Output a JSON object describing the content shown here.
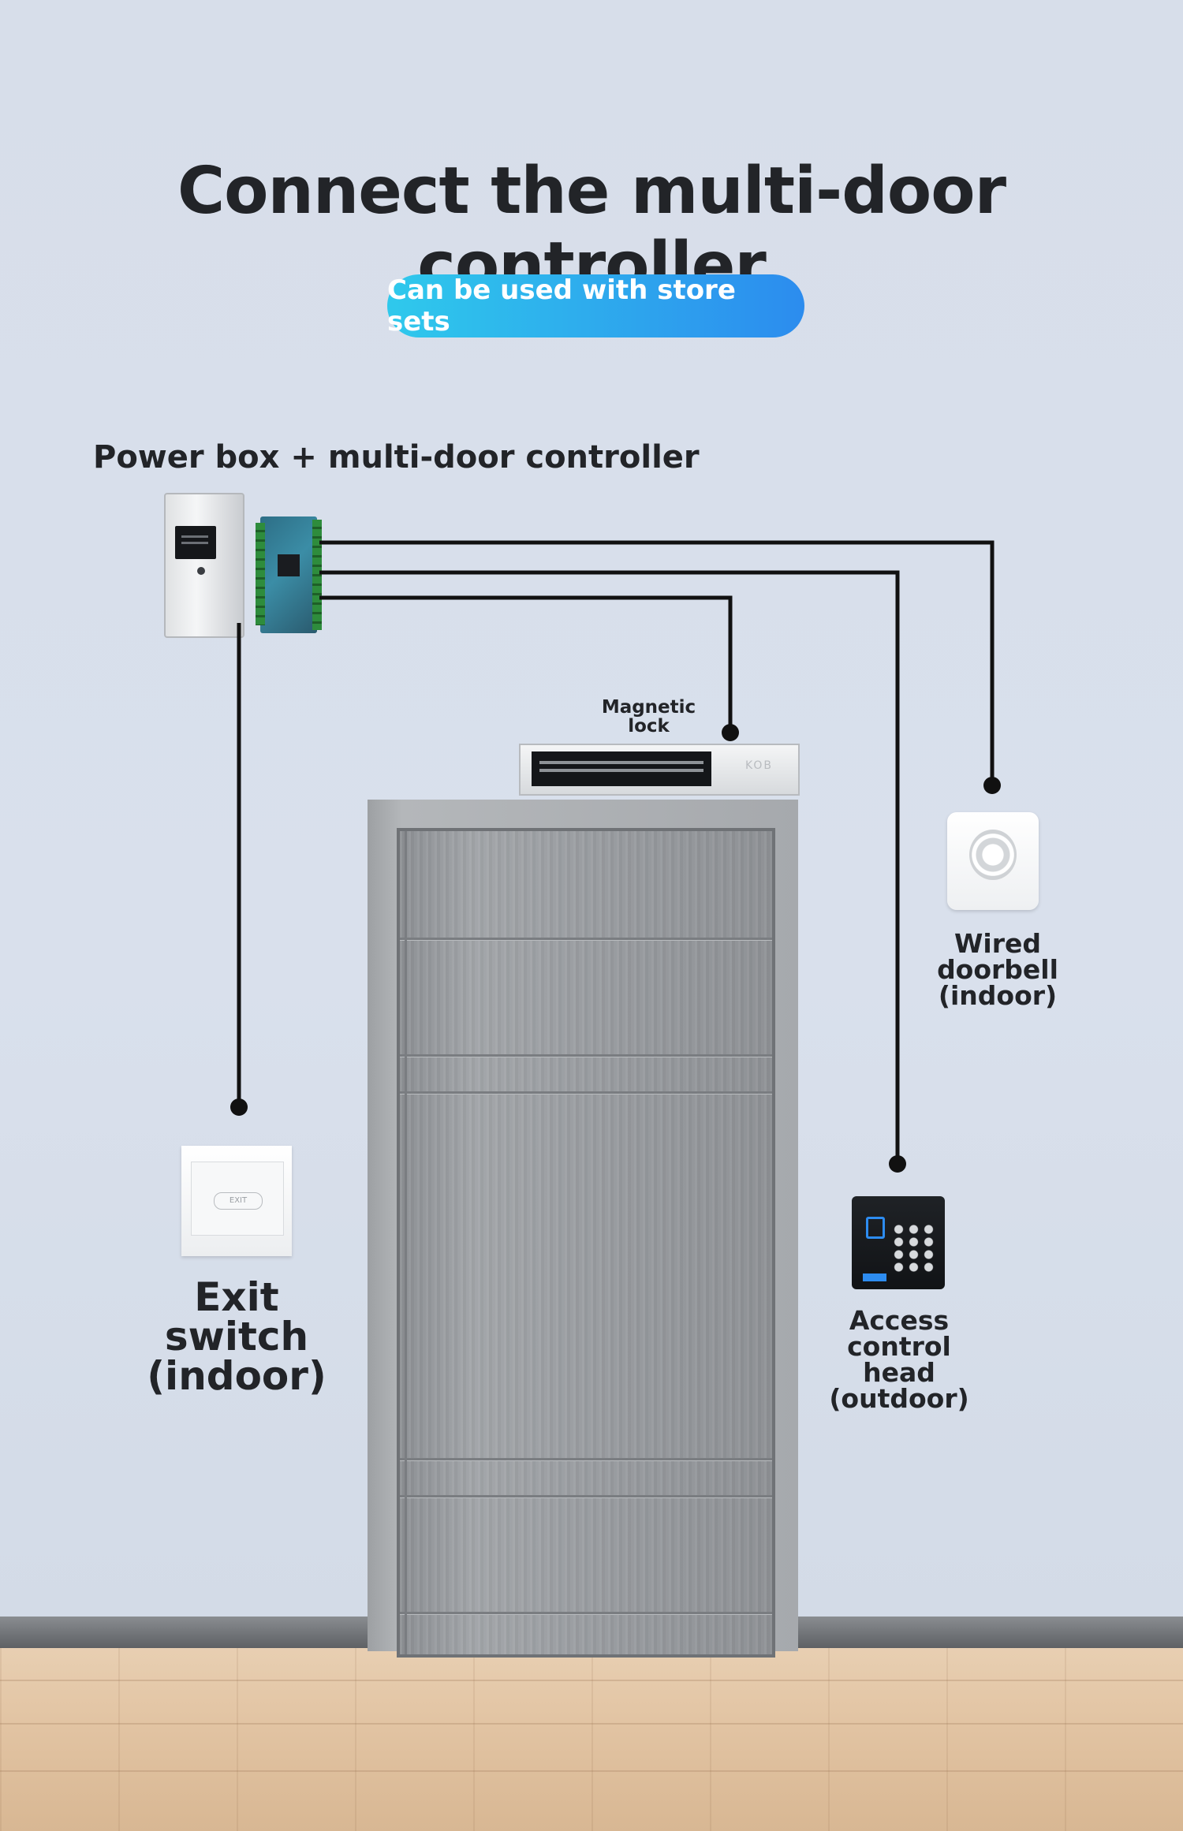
{
  "title": "Connect the multi-door controller",
  "badge": "Can be used with store sets",
  "components": {
    "power_box_label": "Power box + multi-door controller",
    "magnetic_lock_line1": "Magnetic",
    "magnetic_lock_line2": "lock",
    "doorbell_line1": "Wired",
    "doorbell_line2": "doorbell",
    "doorbell_line3": "(indoor)",
    "exit_switch_line1": "Exit switch",
    "exit_switch_line2": "(indoor)",
    "access_line1": "Access control",
    "access_line2": "head",
    "access_line3": "(outdoor)"
  },
  "colors": {
    "badge_gradient_start": "#2fc9ec",
    "badge_gradient_end": "#2c8cee",
    "text": "#222428",
    "wire": "#111111"
  }
}
